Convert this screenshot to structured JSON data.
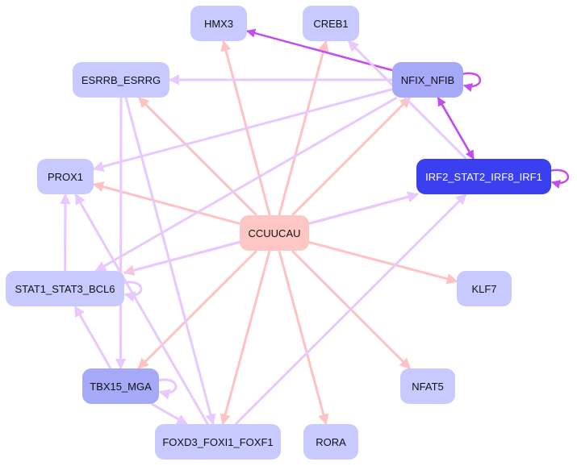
{
  "colors": {
    "edge_from_center": "#ffc2c2",
    "edge_tf": "#e7c8ff",
    "edge_self_strong": "#c24cf0",
    "node_light": "#c8caff",
    "node_mid": "#a5a9f7",
    "node_strong": "#3a3ff0",
    "node_center": "#ffc6c6"
  },
  "nodes": {
    "hmx3": "HMX3",
    "creb1": "CREB1",
    "esrrb_esrrg": "ESRRB_ESRRG",
    "nfix_nfib": "NFIX_NFIB",
    "prox1": "PROX1",
    "irf2_stat2_irf8_irf1": "IRF2_STAT2_IRF8_IRF1",
    "ccuucau": "CCUUCAU",
    "stat1_stat3_bcl6": "STAT1_STAT3_BCL6",
    "klf7": "KLF7",
    "tbx15_mga": "TBX15_MGA",
    "nfat5": "NFAT5",
    "foxd3_foxi1_foxf1": "FOXD3_FOXI1_FOXF1",
    "rora": "RORA"
  },
  "edges": [
    {
      "from": "ccuucau",
      "to": "hmx3",
      "kind": "center"
    },
    {
      "from": "ccuucau",
      "to": "creb1",
      "kind": "center"
    },
    {
      "from": "ccuucau",
      "to": "esrrb_esrrg",
      "kind": "center"
    },
    {
      "from": "ccuucau",
      "to": "nfix_nfib",
      "kind": "center"
    },
    {
      "from": "ccuucau",
      "to": "prox1",
      "kind": "center"
    },
    {
      "from": "ccuucau",
      "to": "irf2_stat2_irf8_irf1",
      "kind": "center"
    },
    {
      "from": "ccuucau",
      "to": "stat1_stat3_bcl6",
      "kind": "center"
    },
    {
      "from": "ccuucau",
      "to": "klf7",
      "kind": "center"
    },
    {
      "from": "ccuucau",
      "to": "tbx15_mga",
      "kind": "center"
    },
    {
      "from": "ccuucau",
      "to": "nfat5",
      "kind": "center"
    },
    {
      "from": "ccuucau",
      "to": "foxd3_foxi1_foxf1",
      "kind": "center"
    },
    {
      "from": "ccuucau",
      "to": "rora",
      "kind": "center"
    },
    {
      "from": "nfix_nfib",
      "to": "hmx3",
      "kind": "strong"
    },
    {
      "from": "nfix_nfib",
      "to": "esrrb_esrrg",
      "kind": "tf"
    },
    {
      "from": "nfix_nfib",
      "to": "prox1",
      "kind": "tf"
    },
    {
      "from": "nfix_nfib",
      "to": "stat1_stat3_bcl6",
      "kind": "tf"
    },
    {
      "from": "nfix_nfib",
      "to": "irf2_stat2_irf8_irf1",
      "kind": "strong"
    },
    {
      "from": "irf2_stat2_irf8_irf1",
      "to": "nfix_nfib",
      "kind": "strong"
    },
    {
      "from": "irf2_stat2_irf8_irf1",
      "to": "creb1",
      "kind": "tf"
    },
    {
      "from": "esrrb_esrrg",
      "to": "tbx15_mga",
      "kind": "tf"
    },
    {
      "from": "esrrb_esrrg",
      "to": "foxd3_foxi1_foxf1",
      "kind": "tf"
    },
    {
      "from": "stat1_stat3_bcl6",
      "to": "prox1",
      "kind": "tf"
    },
    {
      "from": "stat1_stat3_bcl6",
      "to": "irf2_stat2_irf8_irf1",
      "kind": "tf"
    },
    {
      "from": "tbx15_mga",
      "to": "stat1_stat3_bcl6",
      "kind": "tf"
    },
    {
      "from": "tbx15_mga",
      "to": "foxd3_foxi1_foxf1",
      "kind": "tf"
    },
    {
      "from": "foxd3_foxi1_foxf1",
      "to": "prox1",
      "kind": "tf"
    },
    {
      "from": "foxd3_foxi1_foxf1",
      "to": "irf2_stat2_irf8_irf1",
      "kind": "tf"
    }
  ],
  "self_loops": [
    {
      "node": "nfix_nfib",
      "kind": "strong"
    },
    {
      "node": "irf2_stat2_irf8_irf1",
      "kind": "strong"
    },
    {
      "node": "stat1_stat3_bcl6",
      "kind": "tf"
    },
    {
      "node": "tbx15_mga",
      "kind": "tf"
    }
  ]
}
